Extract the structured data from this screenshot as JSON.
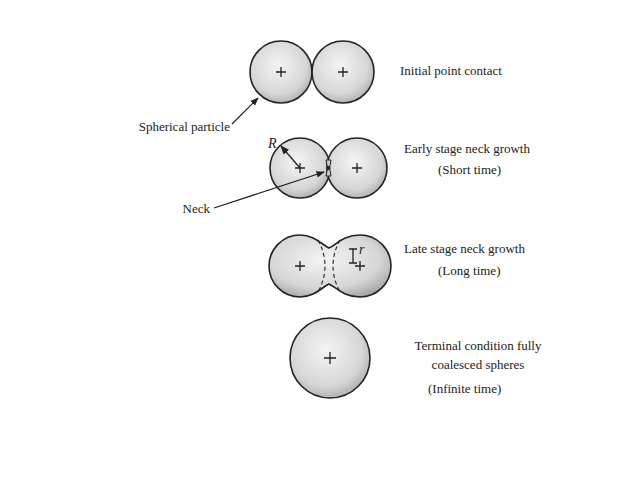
{
  "diagram": {
    "labels": [
      "Initial point contact",
      "Spherical particle",
      "Early stage neck growth",
      "(Short time)",
      "R",
      "Neck",
      "Late stage neck growth",
      "(Long time)",
      "r",
      "Terminal condition fully coalesced spheres",
      "(Infinite time)"
    ]
  }
}
